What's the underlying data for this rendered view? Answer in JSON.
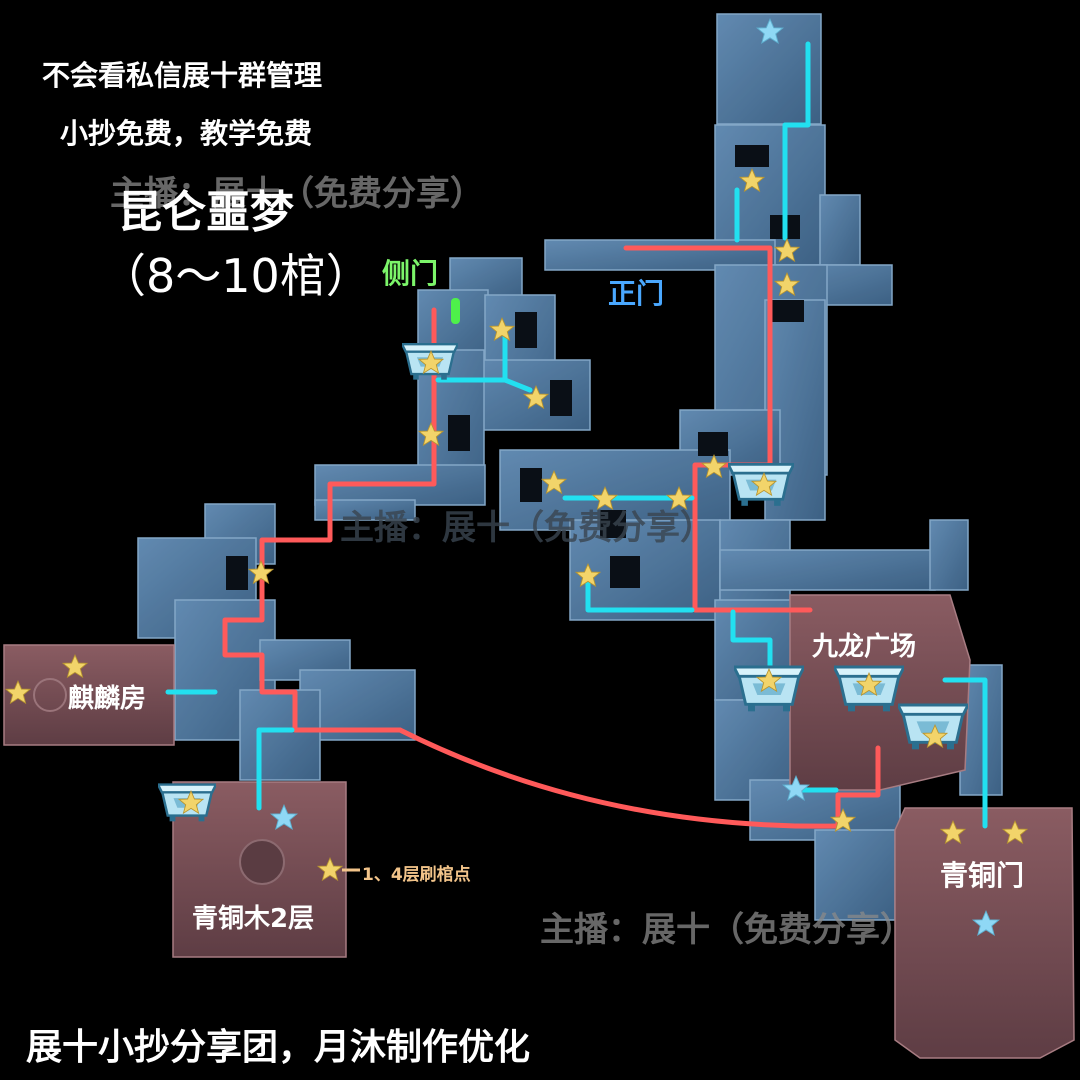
{
  "notes": {
    "line1": "不会看私信展十群管理",
    "line2": "小抄免费，教学免费"
  },
  "title": "昆仑噩梦",
  "subtitle": "（8～10棺）",
  "watermark": "主播：展十（免费分享）",
  "doors": {
    "side": "侧门",
    "main": "正门"
  },
  "rooms": {
    "qilin": "麒麟房",
    "jiulong": "九龙广场",
    "qingtong_gate": "青铜门",
    "qingtong_wood": "青铜木2层"
  },
  "spot_note": "1、4层刷棺点",
  "credit": "展十小抄分享团，月沐制作优化",
  "legend_colors": {
    "route_red": "#ff5a5a",
    "route_cyan": "#22e0f0",
    "star_gold": "#f2d46a",
    "star_blue": "#8fd8f5",
    "floor_blue": "#5b88b4",
    "room_maroon": "#7a4e55"
  },
  "icons": [
    "star-icon",
    "blue-star-icon",
    "coffin-chest-icon"
  ]
}
